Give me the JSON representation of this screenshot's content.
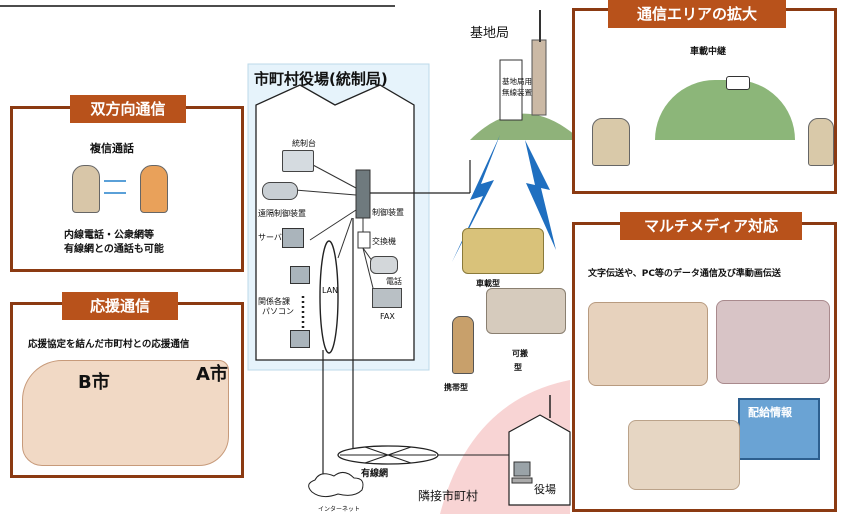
{
  "panels": {
    "bidirectional": {
      "title": "双方向通信",
      "subtitle": "複信通話",
      "note_line1": "内線電話・公衆網等",
      "note_line2": "有線網との通話も可能"
    },
    "support": {
      "title": "応援通信",
      "subtitle": "応援協定を結んだ市町村との応援通信",
      "city_b": "B市",
      "city_a": "A市"
    },
    "area": {
      "title": "通信エリアの拡大",
      "subtitle": "車載中継"
    },
    "multimedia": {
      "title": "マルチメディア対応",
      "subtitle": "文字伝送や、PC等のデータ通信及び準動画伝送",
      "board_text": "配給情報"
    }
  },
  "office": {
    "title": "市町村役場(統制局)",
    "console": "統制台",
    "remote": "遠隔制御装置",
    "server": "サーバ",
    "pcs_line1": "関係各課",
    "pcs_line2": "パソコン",
    "lan": "LAN",
    "controller": "制御装置",
    "exchange": "交換機",
    "phone": "電話",
    "fax": "FAX"
  },
  "base": {
    "title": "基地局",
    "radio_line1": "基地局用",
    "radio_line2": "無線装置"
  },
  "terminals": {
    "vehicle": "車載型",
    "portable_line1": "可搬",
    "portable_line2": "型",
    "handheld": "携帯型"
  },
  "network": {
    "wired": "有線網",
    "internet": "インターネット",
    "neighbor": "隣接市町村",
    "neighbor_office": "役場"
  },
  "colors": {
    "panel_border": "#8b3a12",
    "panel_title_bg": "#b8521b",
    "office_bg": "#e6f3fb",
    "lightning": "#1f6fc0"
  }
}
